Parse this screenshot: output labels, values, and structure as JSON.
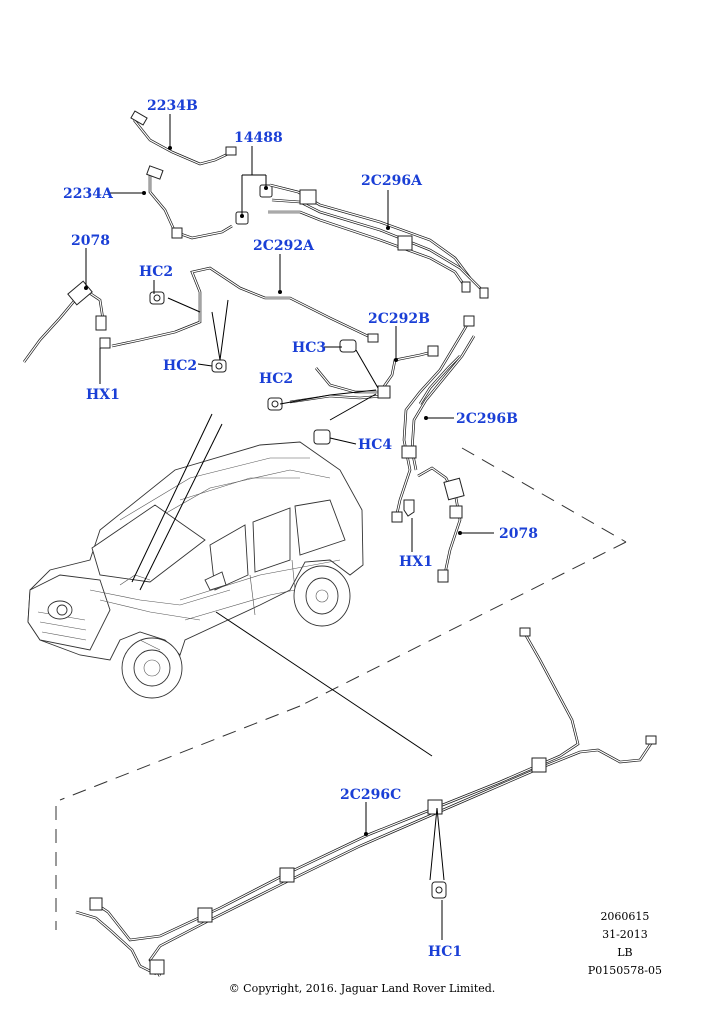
{
  "accent_color": "#1a3fd6",
  "callouts": {
    "c2234B": "2234B",
    "c14488": "14488",
    "c2C296A": "2C296A",
    "c2234A": "2234A",
    "c2078_top": "2078",
    "c2C292A": "2C292A",
    "cHC2_top": "HC2",
    "c2C292B": "2C292B",
    "cHC3": "HC3",
    "cHC2_mid": "HC2",
    "cHX1_left": "HX1",
    "cHC2_low": "HC2",
    "c2C296B": "2C296B",
    "cHC4": "HC4",
    "c2078_right": "2078",
    "cHX1_right": "HX1",
    "c2C296C": "2C296C",
    "cHC1": "HC1"
  },
  "meta": {
    "line1": "2060615",
    "line2": "31-2013",
    "line3": "LB",
    "line4": "P0150578-05"
  },
  "copyright": "© Copyright, 2016. Jaguar Land Rover Limited."
}
